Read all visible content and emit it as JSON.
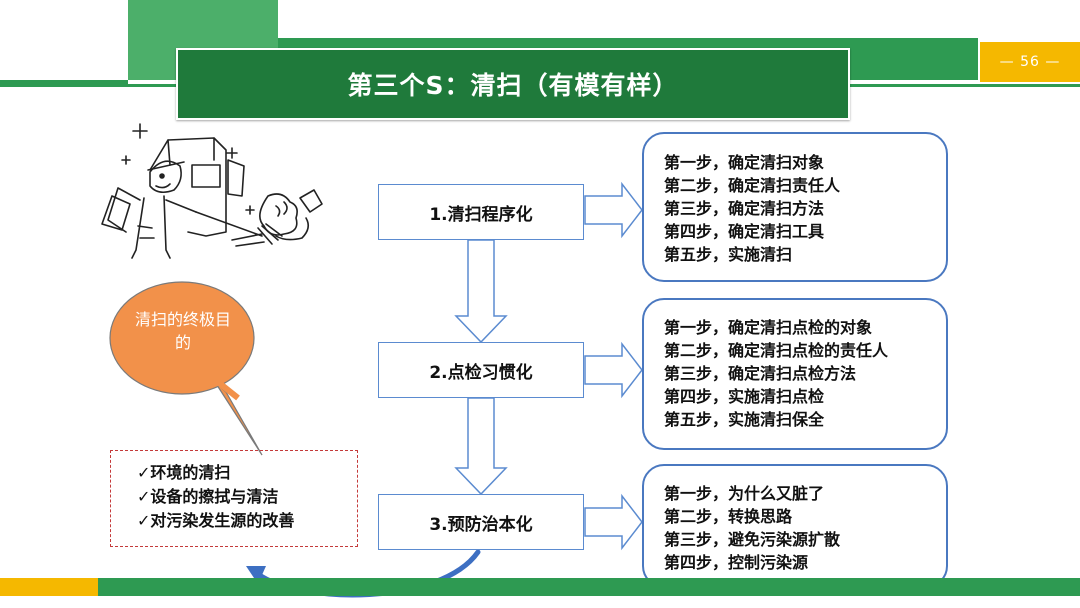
{
  "header": {
    "title": "第三个S：清扫（有模有样）",
    "page_number": "— 56 —"
  },
  "steps": [
    {
      "label": "1.清扫程序化",
      "details": [
        "第一步，确定清扫对象",
        "第二步，确定清扫责任人",
        "第三步，确定清扫方法",
        "第四步，确定清扫工具",
        "第五步，实施清扫"
      ]
    },
    {
      "label": "2.点检习惯化",
      "details": [
        "第一步，确定清扫点检的对象",
        "第二步，确定清扫点检的责任人",
        "第三步，确定清扫点检方法",
        "第四步，实施清扫点检",
        "第五步，实施清扫保全"
      ]
    },
    {
      "label": "3.预防治本化",
      "details": [
        "第一步，为什么又脏了",
        "第二步，转换思路",
        "第三步，避免污染源扩散",
        "第四步，控制污染源"
      ]
    }
  ],
  "goal": {
    "bubble_text": "清扫的终极目的",
    "items": [
      "环境的清扫",
      "设备的擦拭与清洁",
      "对污染发生源的改善"
    ],
    "check_mark": "✓"
  },
  "colors": {
    "title_bg": "#1f7a3b",
    "bar_green": "#2e9a52",
    "accent_yellow": "#f5b800",
    "bubble_orange": "#f2914a",
    "box_border": "#4a78c0",
    "goal_border": "#c43a3a"
  }
}
